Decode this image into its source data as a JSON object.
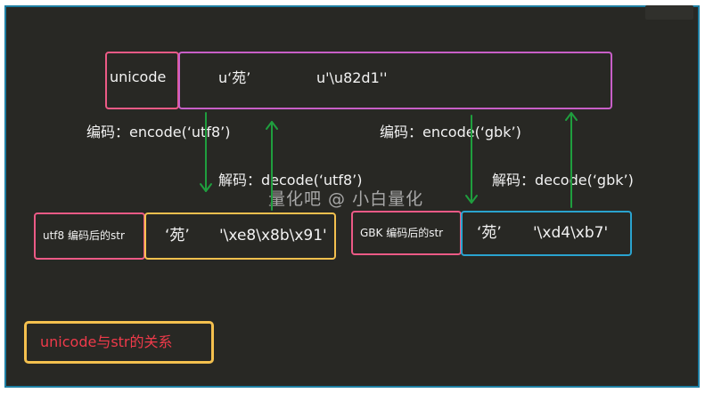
{
  "diagram": {
    "unicode_row": {
      "label": "unicode",
      "value_char": "u‘苑’",
      "value_escape": "u'\\u82d1''"
    },
    "utf8_row": {
      "label": "utf8 编码后的str",
      "value_char": "‘苑’",
      "value_escape": "'\\xe8\\x8b\\x91'"
    },
    "gbk_row": {
      "label": "GBK 编码后的str",
      "value_char": "‘苑’",
      "value_escape": "'\\xd4\\xb7'"
    },
    "utf8_encode": "编码：encode(‘utf8’)",
    "utf8_decode": "解码：decode(‘utf8’)",
    "gbk_encode": "编码：encode(‘gbk’)",
    "gbk_decode": "解码：decode(‘gbk’)",
    "watermark": "量化吧 @ 小白量化",
    "caption": "unicode与str的关系",
    "colors": {
      "background": "#282824",
      "frame": "#1e7fa3",
      "label_box": "#ec5a86",
      "unicode_box": "#c85fc8",
      "utf8_box": "#f4c04e",
      "gbk_box": "#2aa3cf",
      "arrow": "#1f9e3e",
      "caption_text": "#ef3a4a",
      "caption_box": "#f4c04e"
    }
  }
}
